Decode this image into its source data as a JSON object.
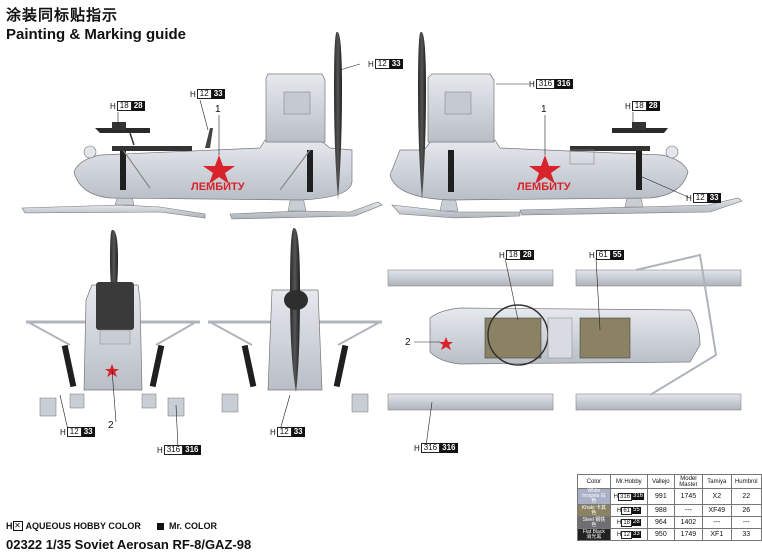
{
  "header": {
    "title_cn": "涂装同标贴指示",
    "title_en": "Painting & Marking guide"
  },
  "footer": {
    "model_title": "02322 1/35 Soviet Aerosan RF-8/GAZ-98",
    "legend_aqueous": "AQUEOUS HOBBY COLOR",
    "legend_mr": "Mr. COLOR",
    "legend_h": "H"
  },
  "markings": {
    "side_text": "ЛЕМБИТУ",
    "callout_1": "1",
    "callout_2": "2"
  },
  "codes": [
    {
      "id": "h33",
      "h": "H",
      "a": "12",
      "b": "33"
    },
    {
      "id": "h28",
      "h": "H",
      "a": "18",
      "b": "28"
    },
    {
      "id": "h316",
      "h": "H",
      "a": "316",
      "b": "316"
    },
    {
      "id": "h55",
      "h": "H",
      "a": "61",
      "b": "55"
    }
  ],
  "color_table": {
    "headers": [
      "Color",
      "Mr.Hobby",
      "Vallejo",
      "Model Master",
      "Tamiya",
      "Humbrol"
    ],
    "rows": [
      {
        "name": "White Insignia 白色",
        "hob_a": "316",
        "hob_b": "316",
        "vallejo": "991",
        "model_master": "1745",
        "tamiya": "X2",
        "humbrol": "22",
        "swatch": "#d9dde6"
      },
      {
        "name": "Khaki 卡其色",
        "hob_a": "61",
        "hob_b": "55",
        "vallejo": "988",
        "model_master": "---",
        "tamiya": "XF49",
        "humbrol": "26",
        "swatch": "#8b8263"
      },
      {
        "name": "Steel 钢铁色",
        "hob_a": "18",
        "hob_b": "28",
        "vallejo": "964",
        "model_master": "1402",
        "tamiya": "---",
        "humbrol": "---",
        "swatch": "#6f6f72"
      },
      {
        "name": "Flat Black 消光黑",
        "hob_a": "12",
        "hob_b": "33",
        "vallejo": "950",
        "model_master": "1749",
        "tamiya": "XF1",
        "humbrol": "33",
        "swatch": "#222222"
      }
    ]
  },
  "colors": {
    "body": "#d5d9e0",
    "body_shadow": "#b8bdc6",
    "star_red": "#d8232a",
    "black": "#1a1a1a",
    "khaki": "#8b8263"
  }
}
